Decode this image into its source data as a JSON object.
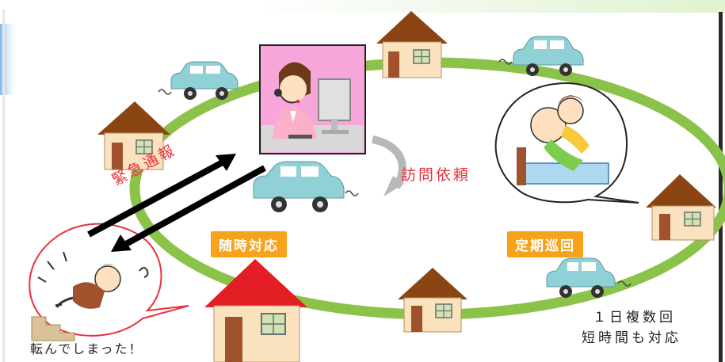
{
  "labels": {
    "emergency_call": "緊急通報",
    "visit_request": "訪問依頼",
    "on_demand": "随時対応",
    "regular_rounds": "定期巡回",
    "fall": "転んでしまった！",
    "frequency_line1": "１日複数回",
    "frequency_line2": "短時間も対応"
  },
  "colors": {
    "loop": "#8bc34a",
    "badge": "#f7a21b",
    "emergency_text": "#e8323c",
    "visit_text": "#e8323c",
    "house_roof": "#8b4513",
    "house_roof_large": "#e31e24",
    "car": "#8fd1d6"
  }
}
